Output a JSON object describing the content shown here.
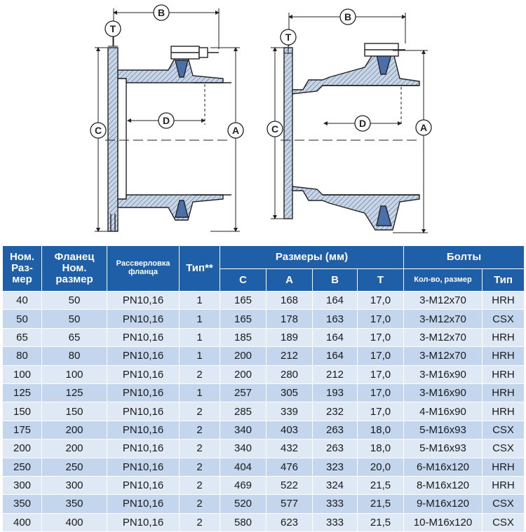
{
  "drawing": {
    "labels": {
      "B": "B",
      "T": "T",
      "D": "D",
      "C": "C",
      "A": "A"
    }
  },
  "table": {
    "header": {
      "nom_size": "Ном. Раз- мер",
      "flange": "Фланец Ном. размер",
      "drilling": "Рассверловка фланца",
      "type": "Тип**",
      "dimensions": "Размеры (мм)",
      "bolts": "Болты",
      "c": "C",
      "a": "A",
      "b": "B",
      "t": "T",
      "bolt_qty": "Кол-во, размер",
      "bolt_type": "Тип"
    },
    "rows": [
      {
        "nom": "40",
        "flange": "50",
        "drill": "PN10,16",
        "type": "1",
        "c": "165",
        "a": "168",
        "b": "164",
        "t": "17,0",
        "bolt": "3-M12x70",
        "btype": "HRH"
      },
      {
        "nom": "50",
        "flange": "50",
        "drill": "PN10,16",
        "type": "1",
        "c": "165",
        "a": "178",
        "b": "163",
        "t": "17,0",
        "bolt": "3-M12x70",
        "btype": "CSX"
      },
      {
        "nom": "65",
        "flange": "65",
        "drill": "PN10,16",
        "type": "1",
        "c": "185",
        "a": "189",
        "b": "164",
        "t": "17,0",
        "bolt": "3-M12x70",
        "btype": "HRH"
      },
      {
        "nom": "80",
        "flange": "80",
        "drill": "PN10,16",
        "type": "1",
        "c": "200",
        "a": "212",
        "b": "164",
        "t": "17,0",
        "bolt": "3-M12x70",
        "btype": "HRH"
      },
      {
        "nom": "100",
        "flange": "100",
        "drill": "PN10,16",
        "type": "2",
        "c": "200",
        "a": "280",
        "b": "212",
        "t": "17,0",
        "bolt": "3-M16x90",
        "btype": "HRH"
      },
      {
        "nom": "125",
        "flange": "125",
        "drill": "PN10,16",
        "type": "1",
        "c": "257",
        "a": "305",
        "b": "193",
        "t": "17,0",
        "bolt": "3-M16x90",
        "btype": "HRH"
      },
      {
        "nom": "150",
        "flange": "150",
        "drill": "PN10,16",
        "type": "2",
        "c": "285",
        "a": "339",
        "b": "232",
        "t": "17,0",
        "bolt": "4-M16x90",
        "btype": "HRH"
      },
      {
        "nom": "175",
        "flange": "200",
        "drill": "PN10,16",
        "type": "2",
        "c": "340",
        "a": "403",
        "b": "263",
        "t": "18,0",
        "bolt": "5-M16x93",
        "btype": "CSX"
      },
      {
        "nom": "200",
        "flange": "200",
        "drill": "PN10,16",
        "type": "2",
        "c": "340",
        "a": "432",
        "b": "263",
        "t": "18,0",
        "bolt": "5-M16x93",
        "btype": "CSX"
      },
      {
        "nom": "250",
        "flange": "250",
        "drill": "PN10,16",
        "type": "2",
        "c": "404",
        "a": "476",
        "b": "323",
        "t": "20,0",
        "bolt": "6-M16x120",
        "btype": "HRH"
      },
      {
        "nom": "300",
        "flange": "300",
        "drill": "PN10,16",
        "type": "2",
        "c": "469",
        "a": "522",
        "b": "324",
        "t": "21,5",
        "bolt": "8-M16x120",
        "btype": "HRH"
      },
      {
        "nom": "350",
        "flange": "350",
        "drill": "PN10,16",
        "type": "2",
        "c": "520",
        "a": "577",
        "b": "333",
        "t": "21,5",
        "bolt": "9-M16x120",
        "btype": "CSX"
      },
      {
        "nom": "400",
        "flange": "400",
        "drill": "PN10,16",
        "type": "2",
        "c": "580",
        "a": "623",
        "b": "333",
        "t": "21,5",
        "bolt": "10-M16x120",
        "btype": "CSX"
      }
    ]
  }
}
